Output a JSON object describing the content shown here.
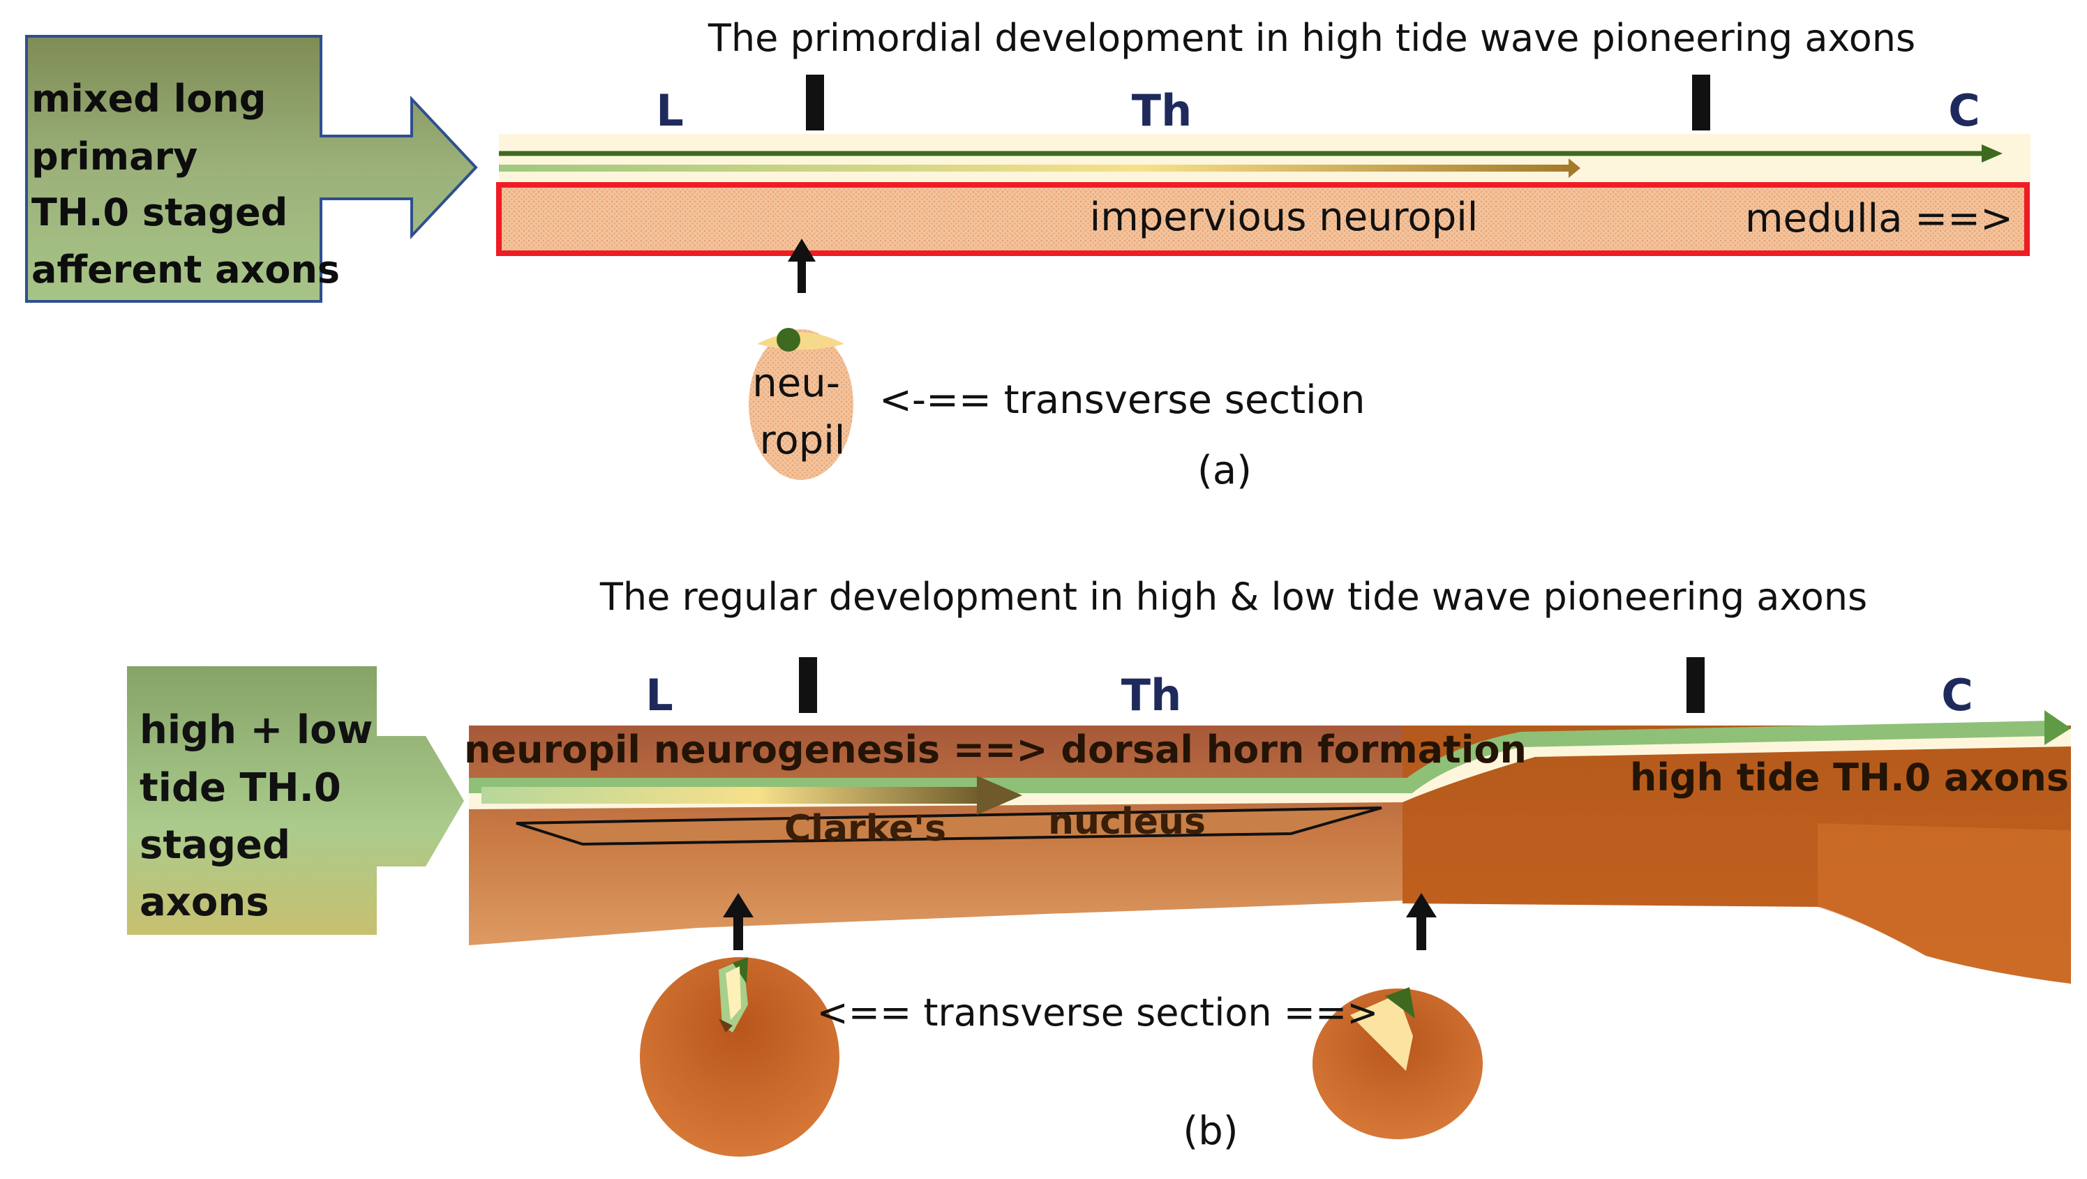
{
  "panel_a": {
    "title": "The primordial development  in high tide wave pioneering axons",
    "input_label_lines": [
      "mixed long",
      "primary",
      "TH.0 staged",
      "afferent axons"
    ],
    "region_labels": {
      "L": "L",
      "Th": "Th",
      "C": "C"
    },
    "neuropil_label": "impervious  neuropil",
    "medulla_label": "medulla ==>",
    "section_label_lines": [
      "neu-",
      "ropil"
    ],
    "section_arrow_label": "<-== transverse section",
    "caption": "(a)"
  },
  "panel_b": {
    "title": "The regular development  in high & low tide wave pioneering axons",
    "input_label_lines": [
      "high + low",
      "tide TH.0",
      "staged",
      "axons"
    ],
    "region_labels": {
      "L": "L",
      "Th": "Th",
      "C": "C"
    },
    "neurogenesis_label": "neuropil neurogenesis ==> dorsal horn formation",
    "axons_label": "high tide TH.0 axons",
    "clarkes_label": "Clarke's",
    "nucleus_label": "nucleus",
    "section_arrow_label": "<== transverse section ==>",
    "caption": "(b)"
  },
  "colors": {
    "red_border": "#ee1c24",
    "neuropil_fill": "#f2c49b",
    "dark_green": "#3d6a1f",
    "light_green": "#a8cf8b",
    "cream": "#fdf6dc",
    "brown_light": "#d58a52",
    "brown_dark": "#b8561c"
  }
}
